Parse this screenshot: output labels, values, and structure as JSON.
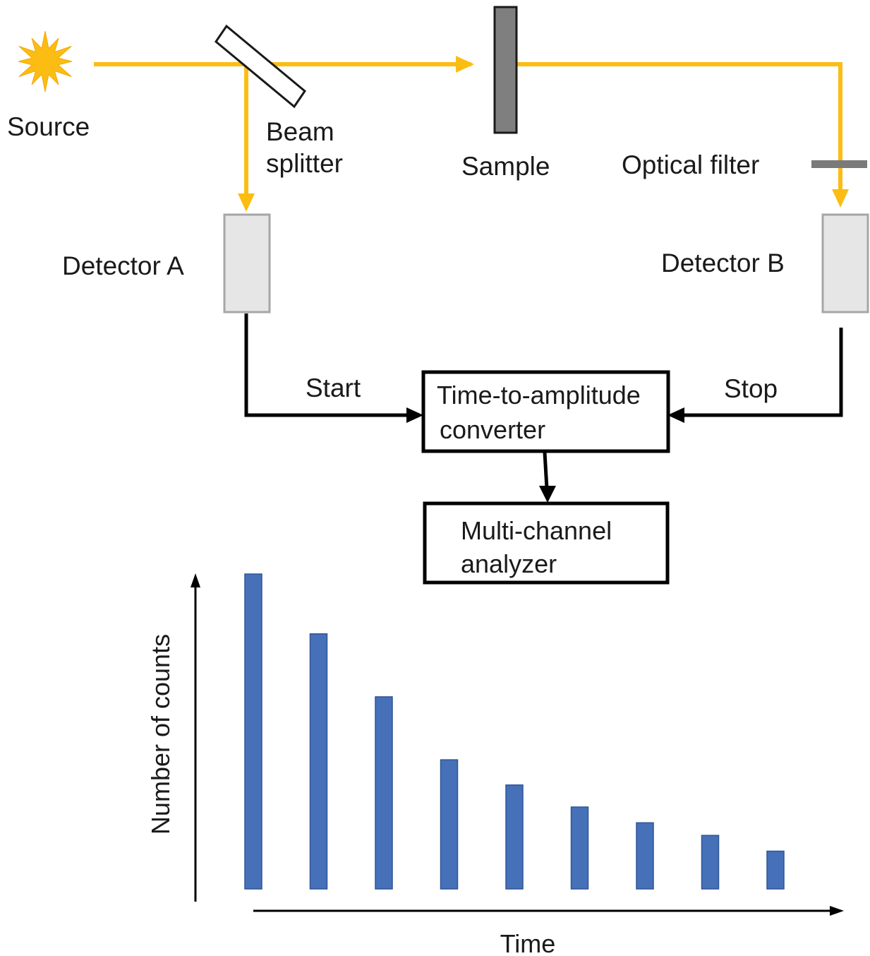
{
  "colors": {
    "beam": "#fbbd13",
    "signal_line": "#000000",
    "bar_fill": "#4670b8",
    "bar_stroke": "#2f5597",
    "sample_fill": "#7f7f7f",
    "filter_fill": "#7a7a7a",
    "detector_fill": "#e6e6e6",
    "detector_stroke": "#a6a6a6"
  },
  "labels": {
    "source": "Source",
    "beam_splitter_line1": "Beam",
    "beam_splitter_line2": "splitter",
    "sample": "Sample",
    "optical_filter": "Optical filter",
    "detector_a": "Detector A",
    "detector_b": "Detector B",
    "start": "Start",
    "stop": "Stop",
    "tac_line1": "Time-to-amplitude",
    "tac_line2": "converter",
    "mca_line1": "Multi-channel",
    "mca_line2": "analyzer"
  },
  "icons": {
    "source": "starburst-icon"
  },
  "chart_data": {
    "type": "bar",
    "xlabel": "Time",
    "ylabel": "Number of counts",
    "values": [
      100,
      81,
      61,
      41,
      33,
      26,
      21,
      17,
      12
    ]
  }
}
